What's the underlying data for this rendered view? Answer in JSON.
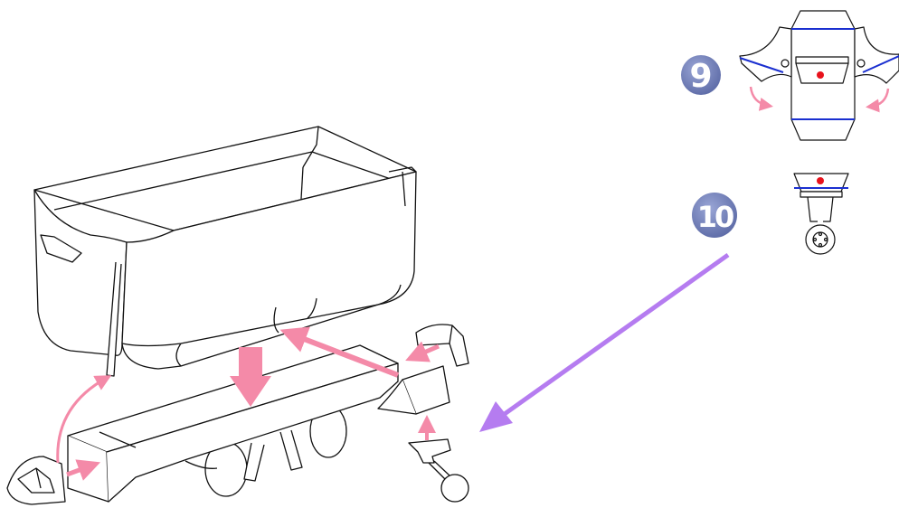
{
  "steps": [
    {
      "number": "9"
    },
    {
      "number": "10"
    }
  ],
  "colors": {
    "line": "#111111",
    "fill": "#ffffff",
    "pink_arrow": "#f48aa8",
    "purple_arrow": "#b57cf0",
    "badge": "#6d7bb3",
    "blue_edge": "#1a2fd0",
    "red_dot": "#e8121c"
  },
  "icons": [
    "tender-body",
    "tender-chassis",
    "wheel",
    "pink-arrow",
    "purple-arrow",
    "step-badge",
    "fold-arrow",
    "coupler-part"
  ]
}
